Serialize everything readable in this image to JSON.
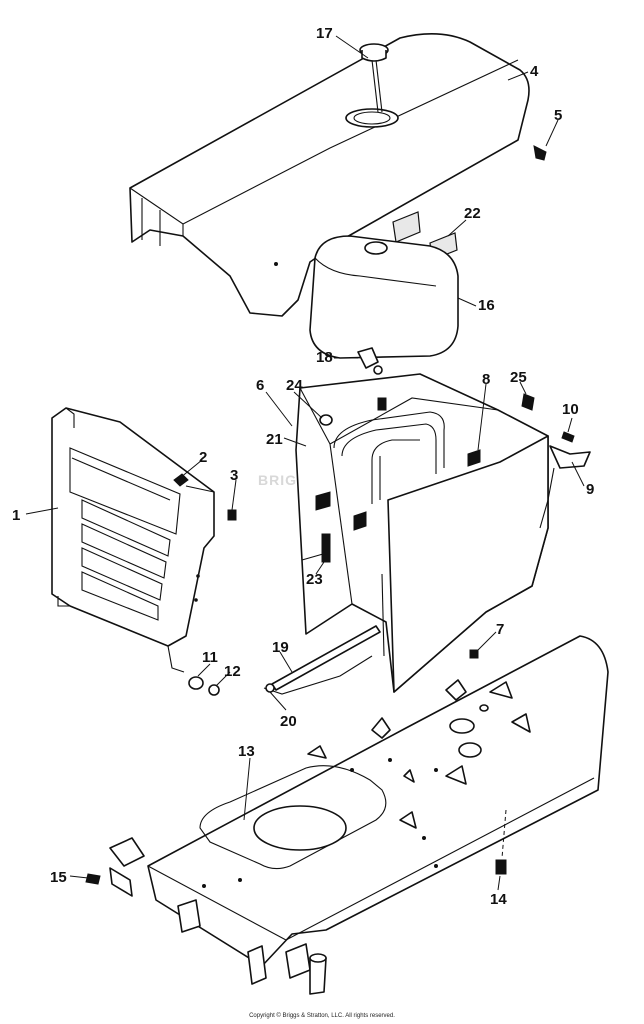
{
  "diagram": {
    "callouts": [
      "1",
      "2",
      "3",
      "4",
      "5",
      "6",
      "7",
      "8",
      "9",
      "10",
      "11",
      "12",
      "13",
      "14",
      "15",
      "16",
      "17",
      "18",
      "19",
      "20",
      "21",
      "22",
      "23",
      "24",
      "25"
    ],
    "watermark": "BRIGGS&STRATTON",
    "copyright": "Copyright © Briggs & Stratton, LLC. All rights reserved."
  }
}
